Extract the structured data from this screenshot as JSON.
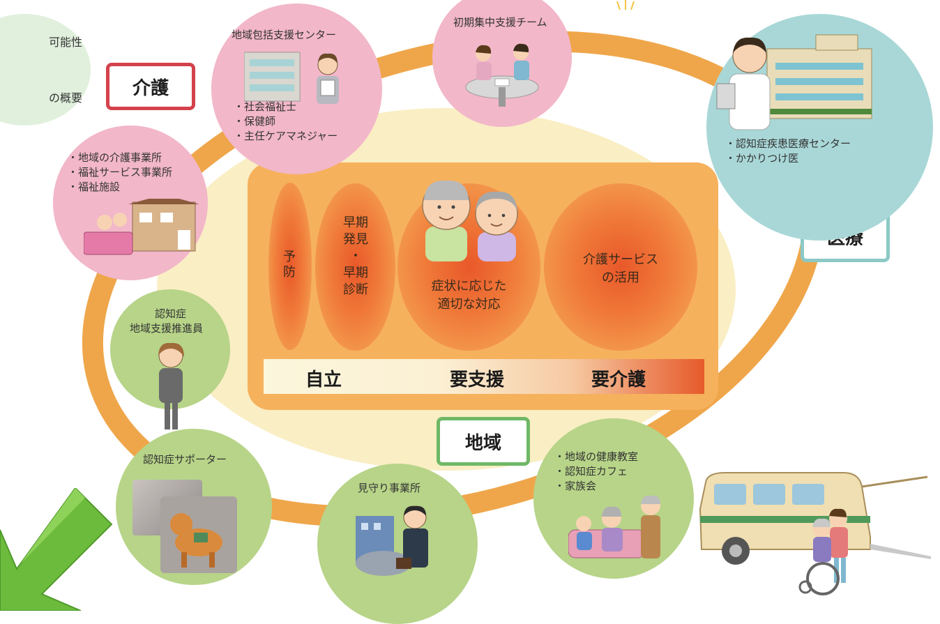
{
  "top_left_note": {
    "line1": "可能性",
    "line2": "の概要"
  },
  "badges": {
    "kaigo": "介護",
    "iryo": "医療",
    "chiiki": "地域"
  },
  "nodes": {
    "houkatsu": {
      "title": "地域包括支援センター",
      "items": [
        "・社会福祉士",
        "・保健師",
        "・主任ケアマネジャー"
      ]
    },
    "shoki": {
      "title": "初期集中支援チーム"
    },
    "iryo_center": {
      "items": [
        "・認知症疾患医療センター",
        "・かかりつけ医"
      ]
    },
    "kaigo_jigyo": {
      "items": [
        "・地域の介護事業所",
        "・福祉サービス事業所",
        "・福祉施設"
      ]
    },
    "suishin": {
      "title_line1": "認知症",
      "title_line2": "地域支援推進員"
    },
    "supporter": {
      "title": "認知症サポーター"
    },
    "mimamori": {
      "title": "見守り事業所"
    },
    "chiiki_kenko": {
      "items": [
        "・地域の健康教室",
        "・認知症カフェ",
        "・家族会"
      ]
    }
  },
  "center": {
    "yobo": "予\n防",
    "soki": "早期\n発見\n・\n早期\n診断",
    "shojo": "症状に応じた\n適切な対応",
    "service": "介護サービス\nの活用",
    "scale": {
      "jiritsu": "自立",
      "yoshien": "要支援",
      "yokaigo": "要介護"
    }
  },
  "colors": {
    "ring": "#efa64a",
    "pink": "#f2b7c9",
    "teal": "#a9d7d7",
    "green": "#b7d488",
    "center_panel": "#f6b15d",
    "kaigo_border": "#d4424c",
    "iryo_border": "#8cc9c6",
    "chiiki_border": "#6fb866"
  }
}
